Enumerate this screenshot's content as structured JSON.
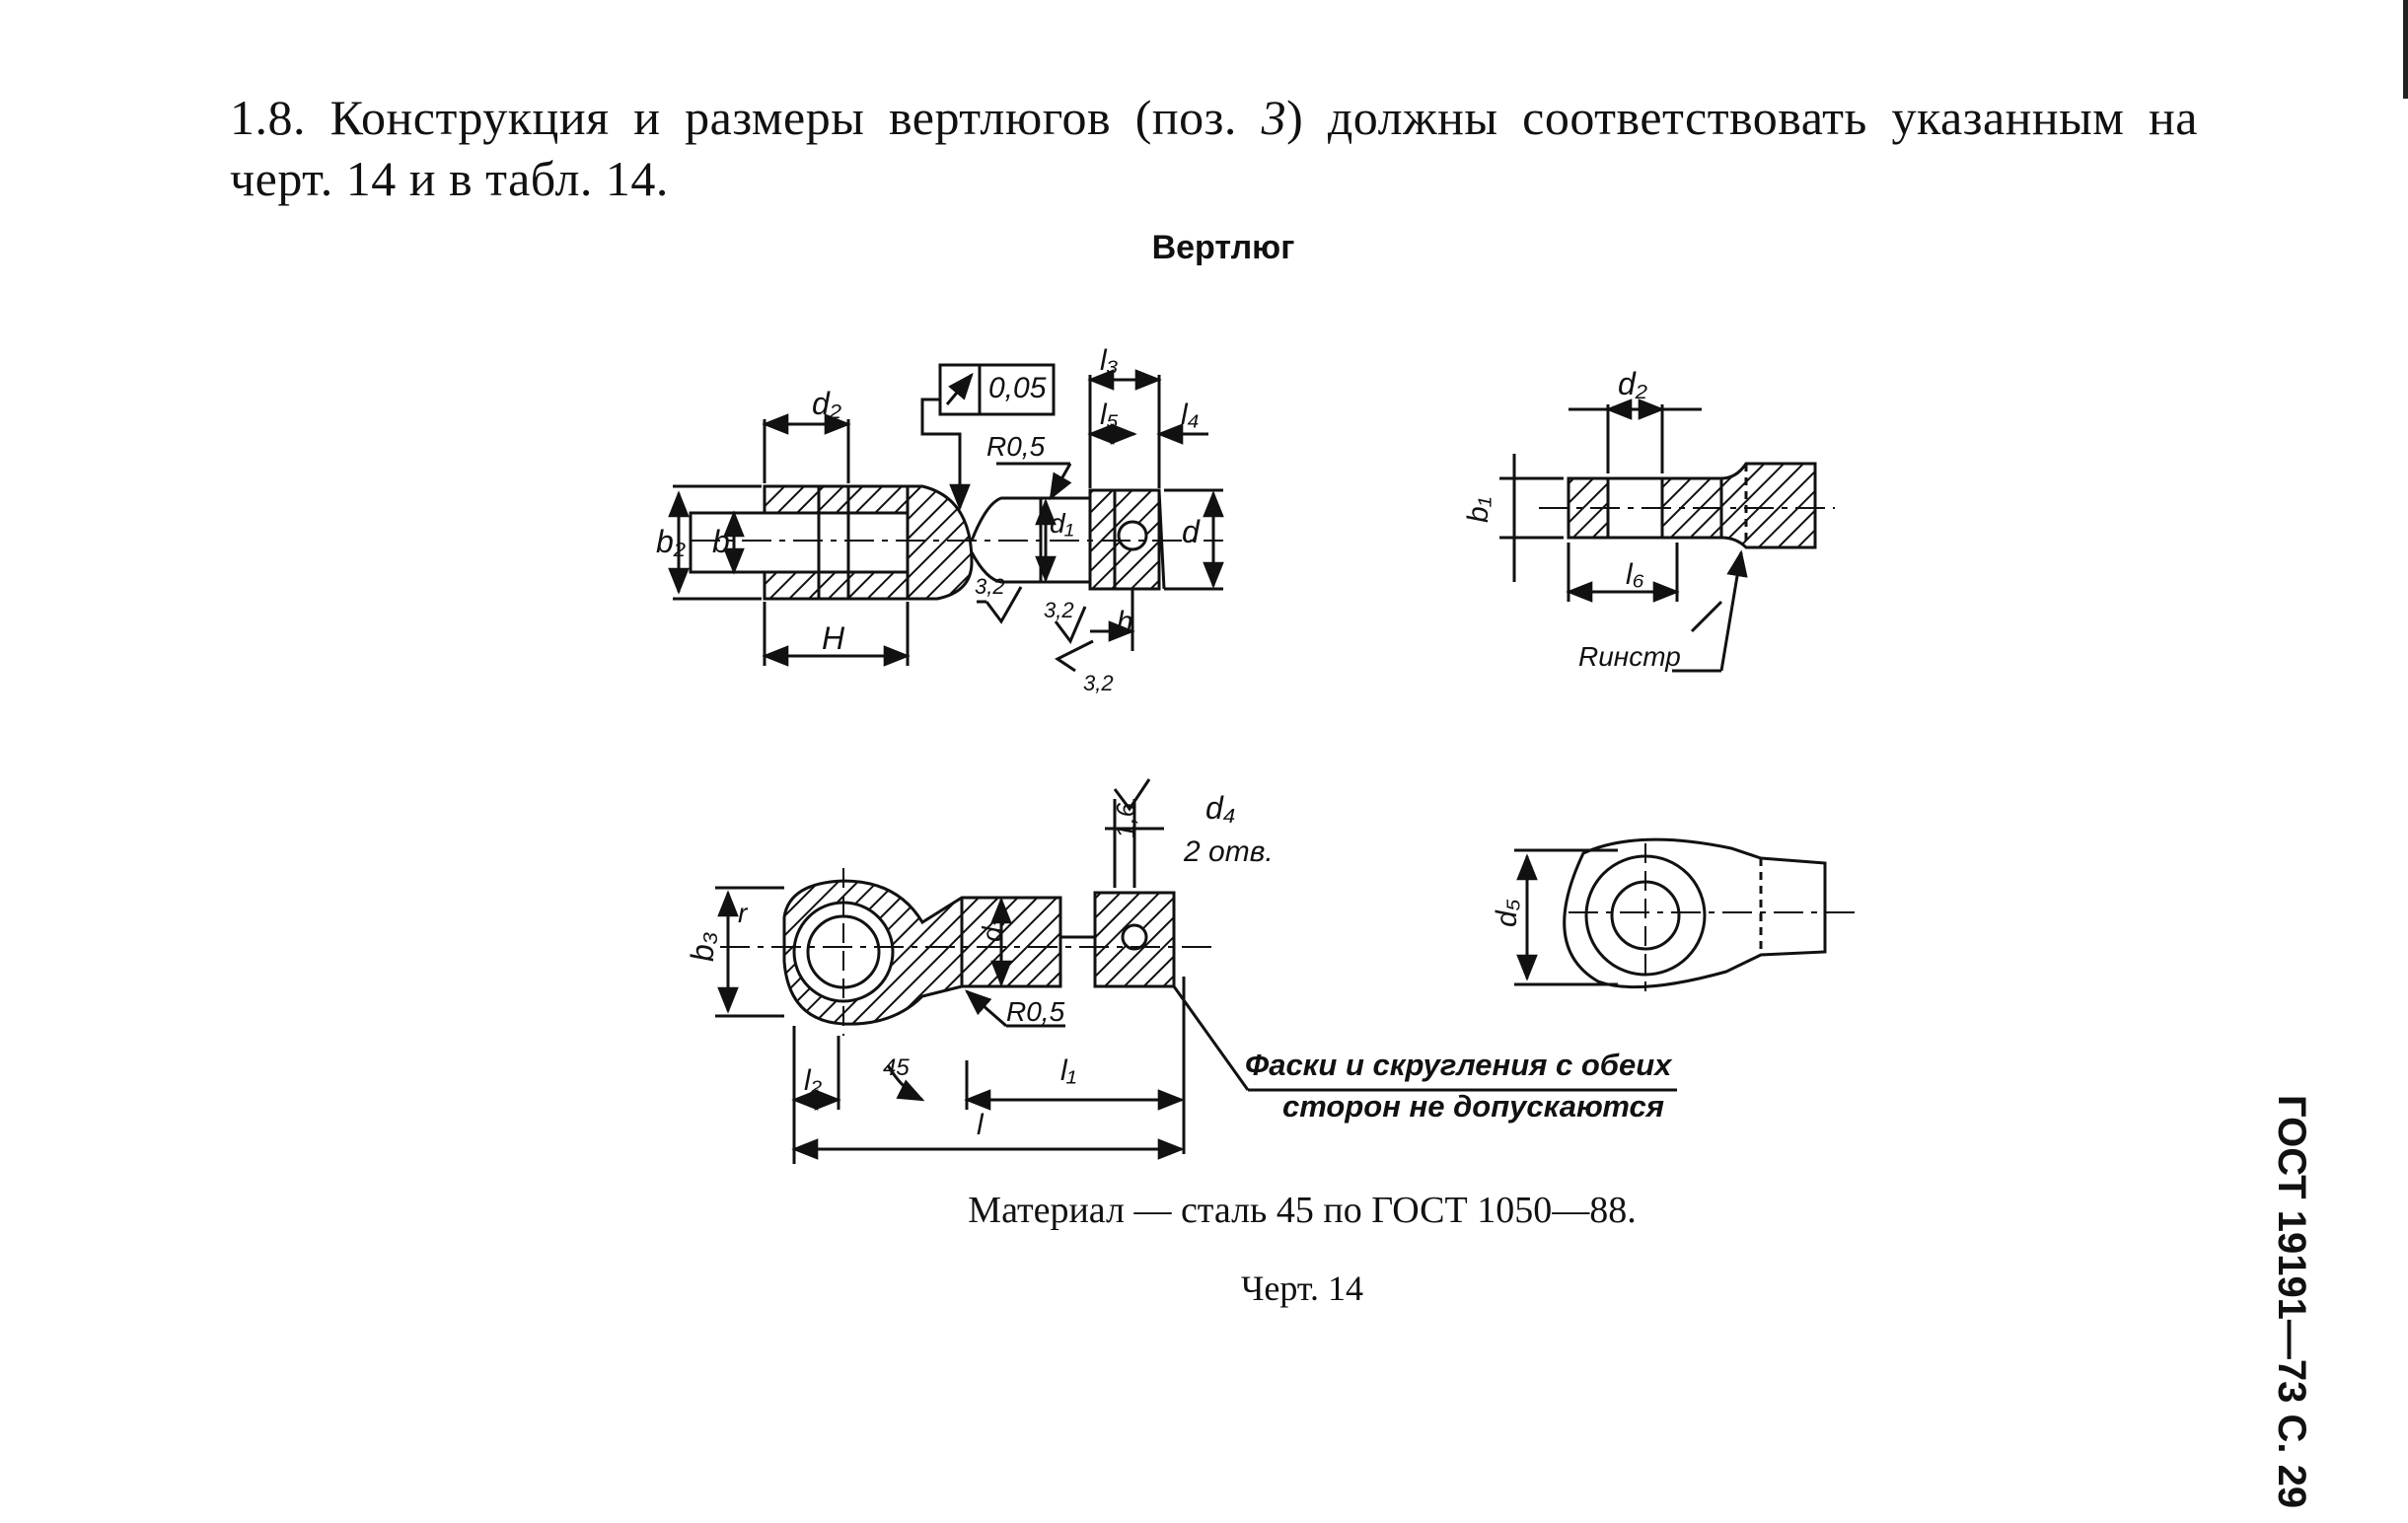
{
  "paragraph": {
    "intro": "1.8. Конструкция и размеры вертлюгов (поз.",
    "pos_number": "3",
    "rest": ") должны соответствовать указанным на черт. 14 и в табл. 14."
  },
  "figure_title": "Вертлюг",
  "labels": {
    "d2": "d₂",
    "tolerance": "0,05",
    "l3": "l₃",
    "l5": "l₅",
    "l4": "l₄",
    "r05": "R0,5",
    "b2": "b₂",
    "b": "b",
    "d1": "d₁",
    "d": "d",
    "H": "H",
    "rough1": "3,2",
    "rough2": "3,2",
    "rough3": "3,2",
    "h": "h",
    "b1": "b₁",
    "l6": "l₆",
    "r_instr": "Rинстр",
    "rough4": "1,6",
    "d4": "d₄",
    "holes": "2 отв.",
    "b3": "b₃",
    "r": "r",
    "d3": "d₃",
    "r05_b": "R0,5",
    "l2": "l₂",
    "angle": "45",
    "l1": "l₁",
    "l": "l",
    "d5": "d₅",
    "note_line1": "Фаски и скругления с обеих",
    "note_line2": "сторон не допускаются"
  },
  "material": "Материал — сталь 45 по ГОСТ 1050—88.",
  "chert": "Черт. 14",
  "side_label": "ГОСТ 19191—73 С. 29"
}
